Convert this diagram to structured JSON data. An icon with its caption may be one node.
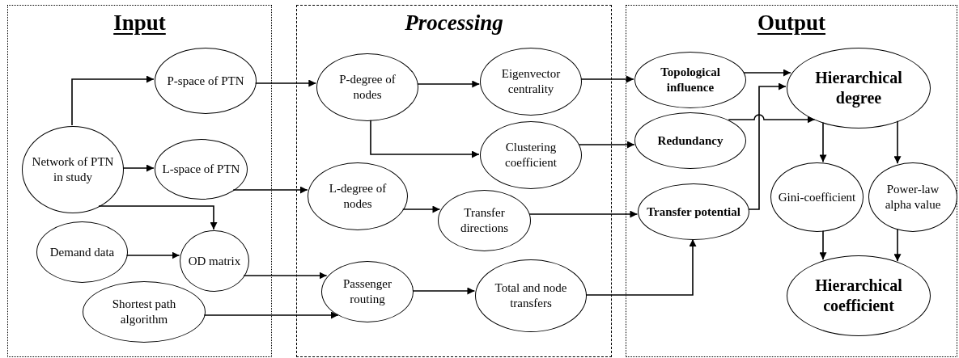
{
  "diagram": {
    "nodes": [
      {
        "text": [
          "Input"
        ]
      },
      {
        "text": [
          "Processing"
        ]
      },
      {
        "text": [
          "Output"
        ]
      },
      {
        "text": [
          "P-space of PTN"
        ],
        "in": 0
      },
      {
        "text": [
          "Network of PTN in study"
        ],
        "in": 0
      },
      {
        "text": [
          "L-space of PTN"
        ],
        "in": 0
      },
      {
        "text": [
          "Demand data"
        ],
        "in": 0
      },
      {
        "text": [
          "OD matrix"
        ],
        "in": 0
      },
      {
        "text": [
          "Shortest path algorithm"
        ],
        "in": 0
      },
      {
        "text": [
          "P-degree of nodes"
        ],
        "in": 1
      },
      {
        "text": [
          "Eigenvector centrality"
        ],
        "in": 1
      },
      {
        "text": [
          "Clustering coefficient"
        ],
        "in": 1
      },
      {
        "text": [
          "L-degree of nodes"
        ],
        "in": 1
      },
      {
        "text": [
          "Transfer directions"
        ],
        "in": 1
      },
      {
        "text": [
          "Passenger routing"
        ],
        "in": 1
      },
      {
        "text": [
          "Total and node transfers"
        ],
        "in": 1
      },
      {
        "text": [
          "Topological influence"
        ],
        "in": 2
      },
      {
        "text": [
          "Redundancy"
        ],
        "in": 2
      },
      {
        "text": [
          "Transfer potential"
        ],
        "in": 2
      },
      {
        "text": [
          "Hierarchical degree"
        ],
        "in": 2
      },
      {
        "text": [
          "Gini-coefficient"
        ],
        "in": 2
      },
      {
        "text": [
          "Power-law alpha value"
        ],
        "in": 2
      },
      {
        "text": [
          "Hierarchical coefficient"
        ],
        "in": 2
      }
    ],
    "edges": [
      {
        "from": 4,
        "to": 3,
        "arrow": "to"
      },
      {
        "from": 4,
        "to": 5,
        "arrow": "to"
      },
      {
        "from": 4,
        "to": 7,
        "arrow": "to"
      },
      {
        "from": 6,
        "to": 7,
        "arrow": "to"
      },
      {
        "from": 3,
        "to": 9,
        "arrow": "to"
      },
      {
        "from": 5,
        "to": 12,
        "arrow": "to"
      },
      {
        "from": 7,
        "to": 14,
        "arrow": "to"
      },
      {
        "from": 8,
        "to": 14,
        "arrow": "to"
      },
      {
        "from": 9,
        "to": 10,
        "arrow": "to"
      },
      {
        "from": 9,
        "to": 11,
        "arrow": "to"
      },
      {
        "from": 12,
        "to": 13,
        "arrow": "to"
      },
      {
        "from": 14,
        "to": 15,
        "arrow": "to"
      },
      {
        "from": 10,
        "to": 16,
        "arrow": "to"
      },
      {
        "from": 11,
        "to": 17,
        "arrow": "to"
      },
      {
        "from": 13,
        "to": 18,
        "arrow": "to"
      },
      {
        "from": 15,
        "to": 18,
        "arrow": "to"
      },
      {
        "from": 16,
        "to": 19,
        "arrow": "to"
      },
      {
        "from": 18,
        "to": 19,
        "arrow": "to"
      },
      {
        "from": 17,
        "to": 19,
        "arrow": "to"
      },
      {
        "from": 19,
        "to": 20,
        "arrow": "to"
      },
      {
        "from": 19,
        "to": 21,
        "arrow": "to"
      },
      {
        "from": 20,
        "to": 22,
        "arrow": "to"
      },
      {
        "from": 21,
        "to": 22,
        "arrow": "to"
      }
    ]
  }
}
